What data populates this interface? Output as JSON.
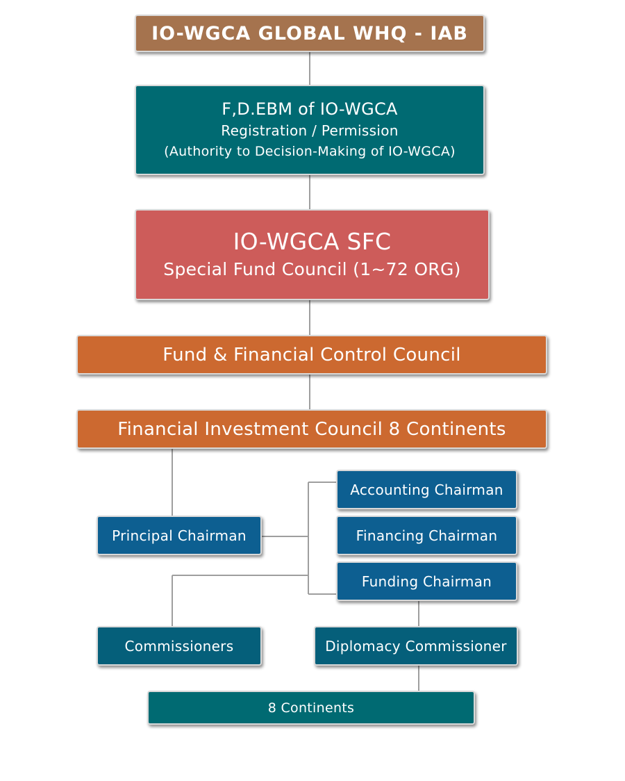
{
  "chart": {
    "whq": "IO-WGCA GLOBAL WHQ - IAB",
    "fdebm": {
      "title": "F,D.EBM of IO-WGCA",
      "line2": "Registration / Permission",
      "line3": "(Authority to Decision-Making of IO-WGCA)"
    },
    "sfc": {
      "title": "IO-WGCA SFC",
      "subtitle": "Special Fund Council (1~72 ORG)"
    },
    "ffcc": "Fund & Financial Control Council",
    "fic": "Financial Investment Council 8 Continents",
    "principal": "Principal Chairman",
    "accounting": "Accounting Chairman",
    "financing": "Financing Chairman",
    "funding": "Funding Chairman",
    "commissioners": "Commissioners",
    "diplomacy": "Diplomacy Commissioner",
    "continents": "8 Continents"
  },
  "colors": {
    "brown": "#a5734e",
    "teal": "#006a72",
    "red": "#cd5c5a",
    "orange": "#cc6930",
    "blue": "#0d5f91",
    "connector": "#9e9e9e"
  }
}
